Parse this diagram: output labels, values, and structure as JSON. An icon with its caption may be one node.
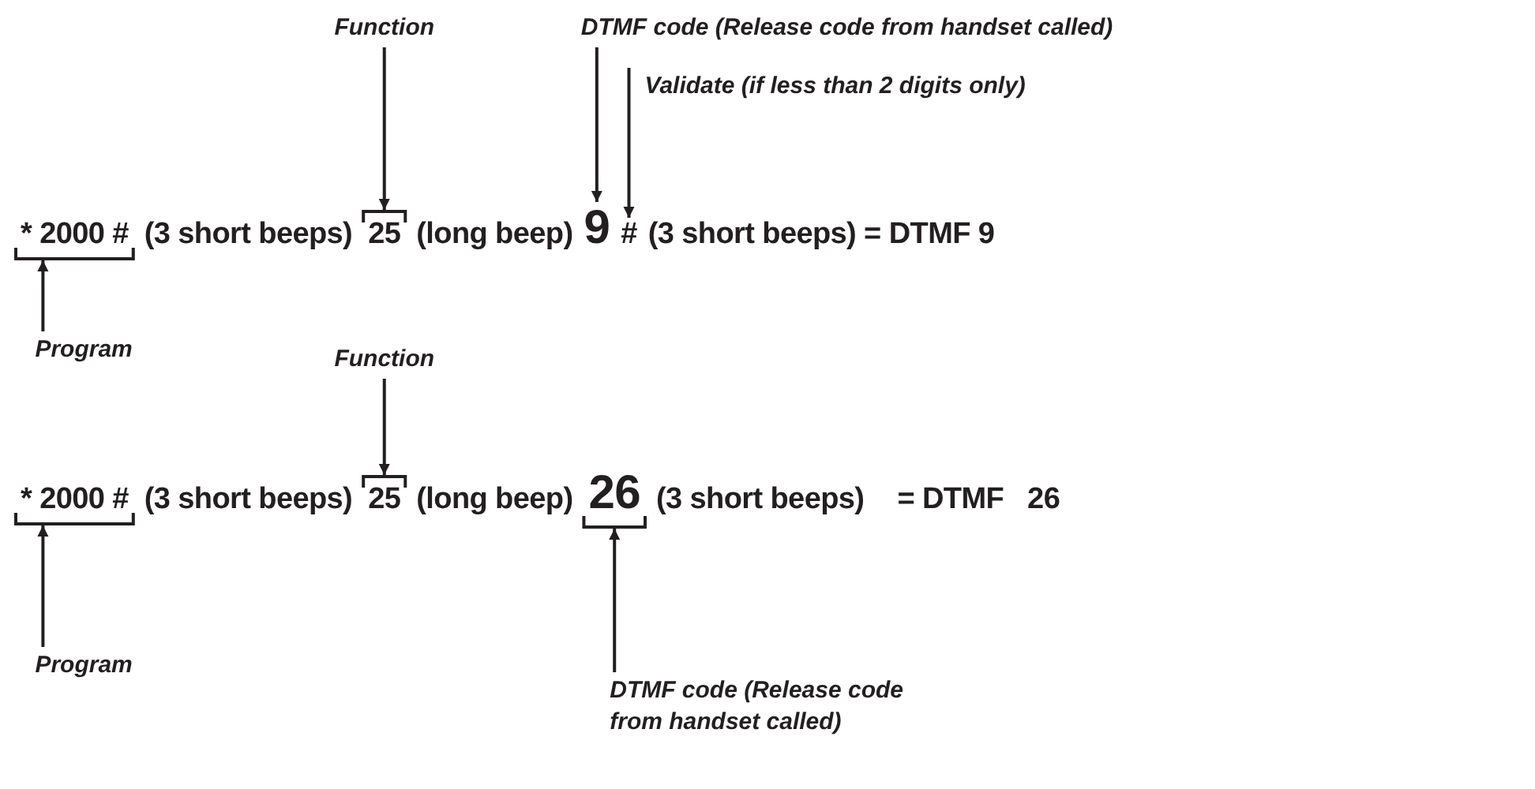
{
  "diagram": {
    "nodes": [
      {
        "text": [
          "Function"
        ]
      },
      {
        "text": [
          "DTMF code (Release code from handset called)"
        ]
      },
      {
        "text": [
          "Validate (if less than 2 digits only)"
        ]
      },
      {
        "text": [
          "* 2000 #"
        ]
      },
      {
        "text": [
          "25"
        ]
      },
      {
        "text": [
          "9"
        ]
      },
      {
        "text": [
          "#"
        ]
      },
      {
        "text": [
          "Program"
        ]
      },
      {
        "text": [
          "Function"
        ]
      },
      {
        "text": [
          "* 2000 #"
        ]
      },
      {
        "text": [
          "25"
        ]
      },
      {
        "text": [
          "26"
        ]
      },
      {
        "text": [
          "Program"
        ]
      },
      {
        "text": [
          "DTMF code (Release code from handset called)"
        ]
      }
    ],
    "edges": [
      {
        "from": 0,
        "to": 4,
        "arrow": "to"
      },
      {
        "from": 1,
        "to": 5,
        "arrow": "to"
      },
      {
        "from": 2,
        "to": 6,
        "arrow": "to"
      },
      {
        "from": 7,
        "to": 3,
        "arrow": "to"
      },
      {
        "from": 8,
        "to": 10,
        "arrow": "to"
      },
      {
        "from": 12,
        "to": 9,
        "arrow": "to"
      },
      {
        "from": 13,
        "to": 11,
        "arrow": "to"
      }
    ],
    "labels": [
      "(3 short beeps)",
      "(long beep)",
      "(3 short beeps) = DTMF 9",
      "(3 short beeps)",
      "(long beep)",
      "(3 short beeps)",
      "= DTMF",
      "26"
    ]
  }
}
